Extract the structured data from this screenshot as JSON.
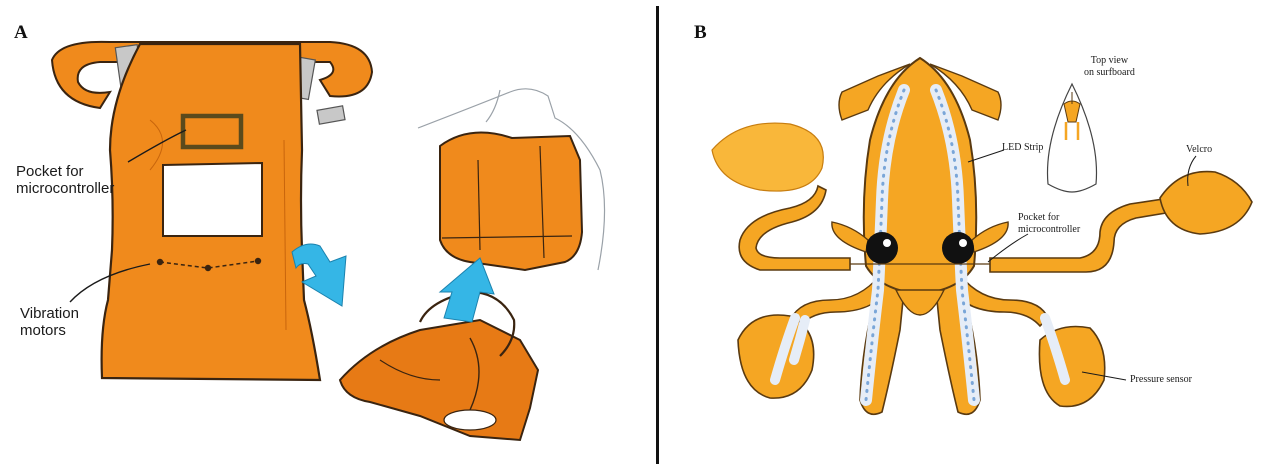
{
  "panels": {
    "a": {
      "letter": "A",
      "labels": {
        "pocket": [
          "Pocket for",
          "microcontroller"
        ],
        "motors": [
          "Vibration",
          "motors"
        ]
      }
    },
    "b": {
      "letter": "B",
      "labels": {
        "top_view": [
          "Top view",
          "on surfboard"
        ],
        "led": "LED Strip",
        "velcro": "Velcro",
        "pocket": [
          "Pocket for",
          "microcontroller"
        ],
        "pressure": "Pressure sensor"
      }
    }
  },
  "colors": {
    "fabric": "#f08a1c",
    "fabric_dark": "#c8650c",
    "squid": "#f5a623",
    "squid_dark": "#c77d10",
    "arrow": "#35b6e6",
    "velcro": "#c8c8c8",
    "led": "#e6edf7"
  }
}
